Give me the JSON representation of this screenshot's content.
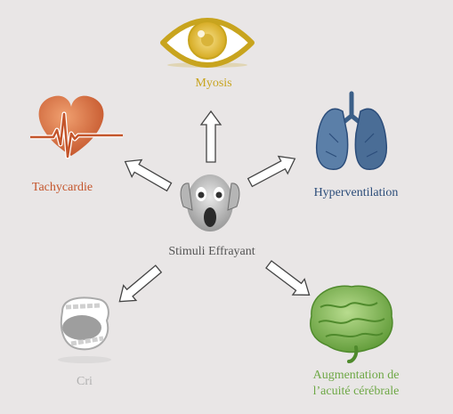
{
  "center": {
    "label": "Stimuli Effrayant",
    "icon": "scream-face-icon"
  },
  "nodes": {
    "myosis": {
      "label": "Myosis",
      "icon": "eye-icon",
      "color": "#c8a41e"
    },
    "tachycardie": {
      "label": "Tachycardie",
      "icon": "heart-pulse-icon",
      "color": "#c4552b"
    },
    "hyperventilation": {
      "label": "Hyperventilation",
      "icon": "lungs-icon",
      "color": "#2c4d7a"
    },
    "cri": {
      "label": "Cri",
      "icon": "open-mouth-icon",
      "color": "#b0b0b0"
    },
    "brain": {
      "label": "Augmentation de l’acuité cérébrale",
      "icon": "brain-icon",
      "color": "#6ea846"
    }
  },
  "arrows": [
    "to-myosis",
    "to-tachycardie",
    "to-hyperventilation",
    "to-cri",
    "to-brain"
  ]
}
